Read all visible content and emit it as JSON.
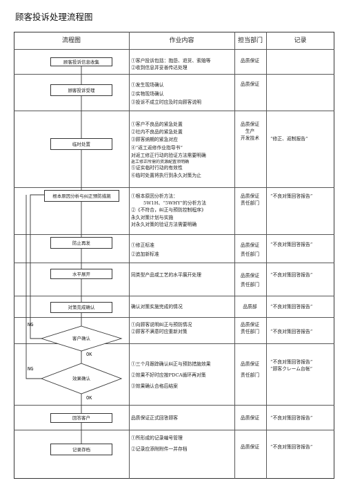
{
  "title": "顾客投诉处理流程图",
  "headers": {
    "flow": "流程图",
    "content": "作业内容",
    "dept": "担当部门",
    "record": "记录"
  },
  "boxes": {
    "b1": "顾客投诉信息收集",
    "b2": "顾客投诉受理",
    "b3": "临时处置",
    "b4": "根本原因分析与纠正预防措施",
    "b5": "防止再发",
    "b6": "水平展开",
    "b7": "对策完成确认",
    "b8": "客户确认",
    "b9": "效果确认",
    "b10": "回答客户",
    "b11": "记录存档"
  },
  "labels": {
    "ng1": "NG",
    "ok1": "OK",
    "ng2": "NG",
    "ok2": "OK"
  },
  "rows": {
    "r1": {
      "lines": [
        "①客户投诉包括：抱怨、退货、索赔等",
        "②收到信息并妥善传达处理"
      ],
      "dept": [
        "品质保证"
      ],
      "record": []
    },
    "r2": {
      "lines": [
        "①发生现场确认",
        "②实物现场确认",
        "③投诉不成立时应及时向顾客说明"
      ],
      "dept": [
        "品质保证"
      ],
      "record": []
    },
    "r3": {
      "lines": [
        "①客户不良品的紧急处置",
        "②社内不良品的紧急处置",
        "③顾客纳期的紧急对应",
        "④“返工返修作业指导书”",
        "对返工修正行动的验证方法需要明确",
        "返工修正所需的资源配置须明确",
        "⑤证实临时行动的有效性",
        "⑥临时处置将执行到永久对策为止"
      ],
      "dept": [
        "品质保证",
        "生产",
        "开发技术"
      ],
      "record": [
        "“修正、返制报告”"
      ]
    },
    "r4": {
      "lines": [
        "①根本原因分析方法：",
        "5W1H、“5WHY”的分析方法",
        "②《不符合，纠正与预防控制程序》",
        "永久对策计划与实施",
        "对永久对策的验证方法需要明确"
      ],
      "dept": [
        "品质保证",
        "责任部门"
      ],
      "record": [
        "“不良对策回答报告”"
      ]
    },
    "r5": {
      "lines": [
        "①修正标准",
        "②追加新标准"
      ],
      "dept": [
        "品质保证",
        "责任部门"
      ],
      "record": [
        "“不良对策回答报告”"
      ]
    },
    "r6": {
      "lines": [
        "同类型产品或工艺的水平展开处理"
      ],
      "dept": [
        "品质保证",
        "责任部门"
      ],
      "record": [
        "“不良对策回答报告”"
      ]
    },
    "r7": {
      "lines": [
        "确认对策实施完成的情况"
      ],
      "dept": [
        "品质部"
      ],
      "record": [
        "“不良对策回答报告”"
      ]
    },
    "r8": {
      "lines": [
        "①向顾客说明纠正与预防情况",
        "②顾客不满意时应重新对策"
      ],
      "dept": [
        "品质保证",
        "责任部门"
      ],
      "record": [
        "“不良对策回答报告”"
      ]
    },
    "r9": {
      "lines": [
        "①三个月跟踪确认纠正与预防措施效果",
        "②效果不好时应按PDCA循环再对策",
        "③效果确认合格后结案"
      ],
      "dept": [
        "品质保证",
        "责任部门"
      ],
      "record": [
        "“不良对策回答报告”",
        "“顾客クレーム台帐”"
      ]
    },
    "r10": {
      "lines": [
        "品质保证正式回答顾客"
      ],
      "dept": [
        "品质保证"
      ],
      "record": [
        "“不良对策回答报告”"
      ]
    },
    "r11": {
      "lines": [
        "①所形成的记录编号管理",
        "②记录应添附附件一并存档"
      ],
      "dept": [
        "品质保证"
      ],
      "record": [
        "“不良对策回答报告”"
      ]
    }
  }
}
